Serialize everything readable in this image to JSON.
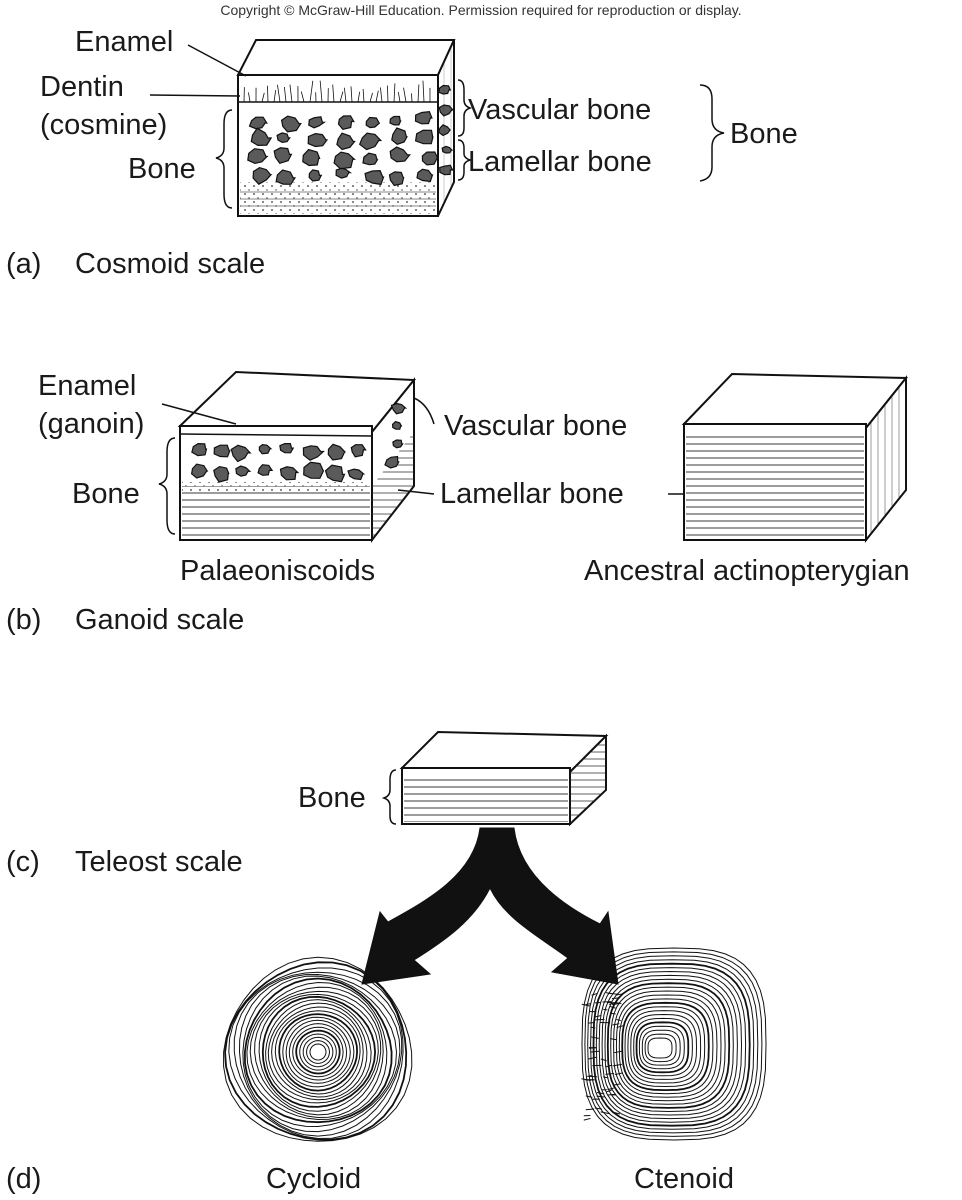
{
  "copyright": "Copyright © McGraw-Hill Education. Permission required for reproduction or display.",
  "panel_a": {
    "letter": "(a)",
    "caption": "Cosmoid scale",
    "enamel": "Enamel",
    "dentin_1": "Dentin",
    "dentin_2": "(cosmine)",
    "bone": "Bone",
    "vascular_bone": "Vascular bone",
    "lamellar_bone": "Lamellar bone",
    "bone_group": "Bone"
  },
  "panel_b": {
    "letter": "(b)",
    "caption": "Ganoid scale",
    "enamel_1": "Enamel",
    "enamel_2": "(ganoin)",
    "bone": "Bone",
    "vascular_bone": "Vascular bone",
    "lamellar_bone": "Lamellar bone",
    "left_name": "Palaeoniscoids",
    "right_name": "Ancestral actinopterygian"
  },
  "panel_c": {
    "letter": "(c)",
    "caption": "Teleost scale",
    "bone": "Bone"
  },
  "panel_d": {
    "letter": "(d)",
    "left_name": "Cycloid",
    "right_name": "Ctenoid"
  }
}
